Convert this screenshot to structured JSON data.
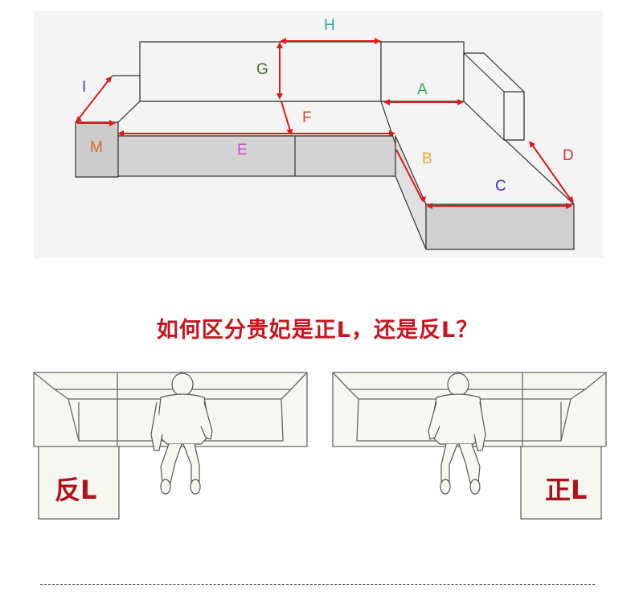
{
  "dimension_labels": {
    "H": {
      "text": "H",
      "color": "#2aa7a0"
    },
    "G": {
      "text": "G",
      "color": "#4a6a2a"
    },
    "I": {
      "text": "I",
      "color": "#3b3bd0"
    },
    "A": {
      "text": "A",
      "color": "#2fa84f"
    },
    "F": {
      "text": "F",
      "color": "#d14a2a"
    },
    "M": {
      "text": "M",
      "color": "#e0622a"
    },
    "E": {
      "text": "E",
      "color": "#d24ac8"
    },
    "B": {
      "text": "B",
      "color": "#e8a23a"
    },
    "D": {
      "text": "D",
      "color": "#d8283a"
    },
    "C": {
      "text": "C",
      "color": "#2a3ac8"
    }
  },
  "arrow_color": "#e01818",
  "question": "如何区分贵妃是正L，还是反L？",
  "left_plan": {
    "label": "反L"
  },
  "right_plan": {
    "label": "正L"
  }
}
